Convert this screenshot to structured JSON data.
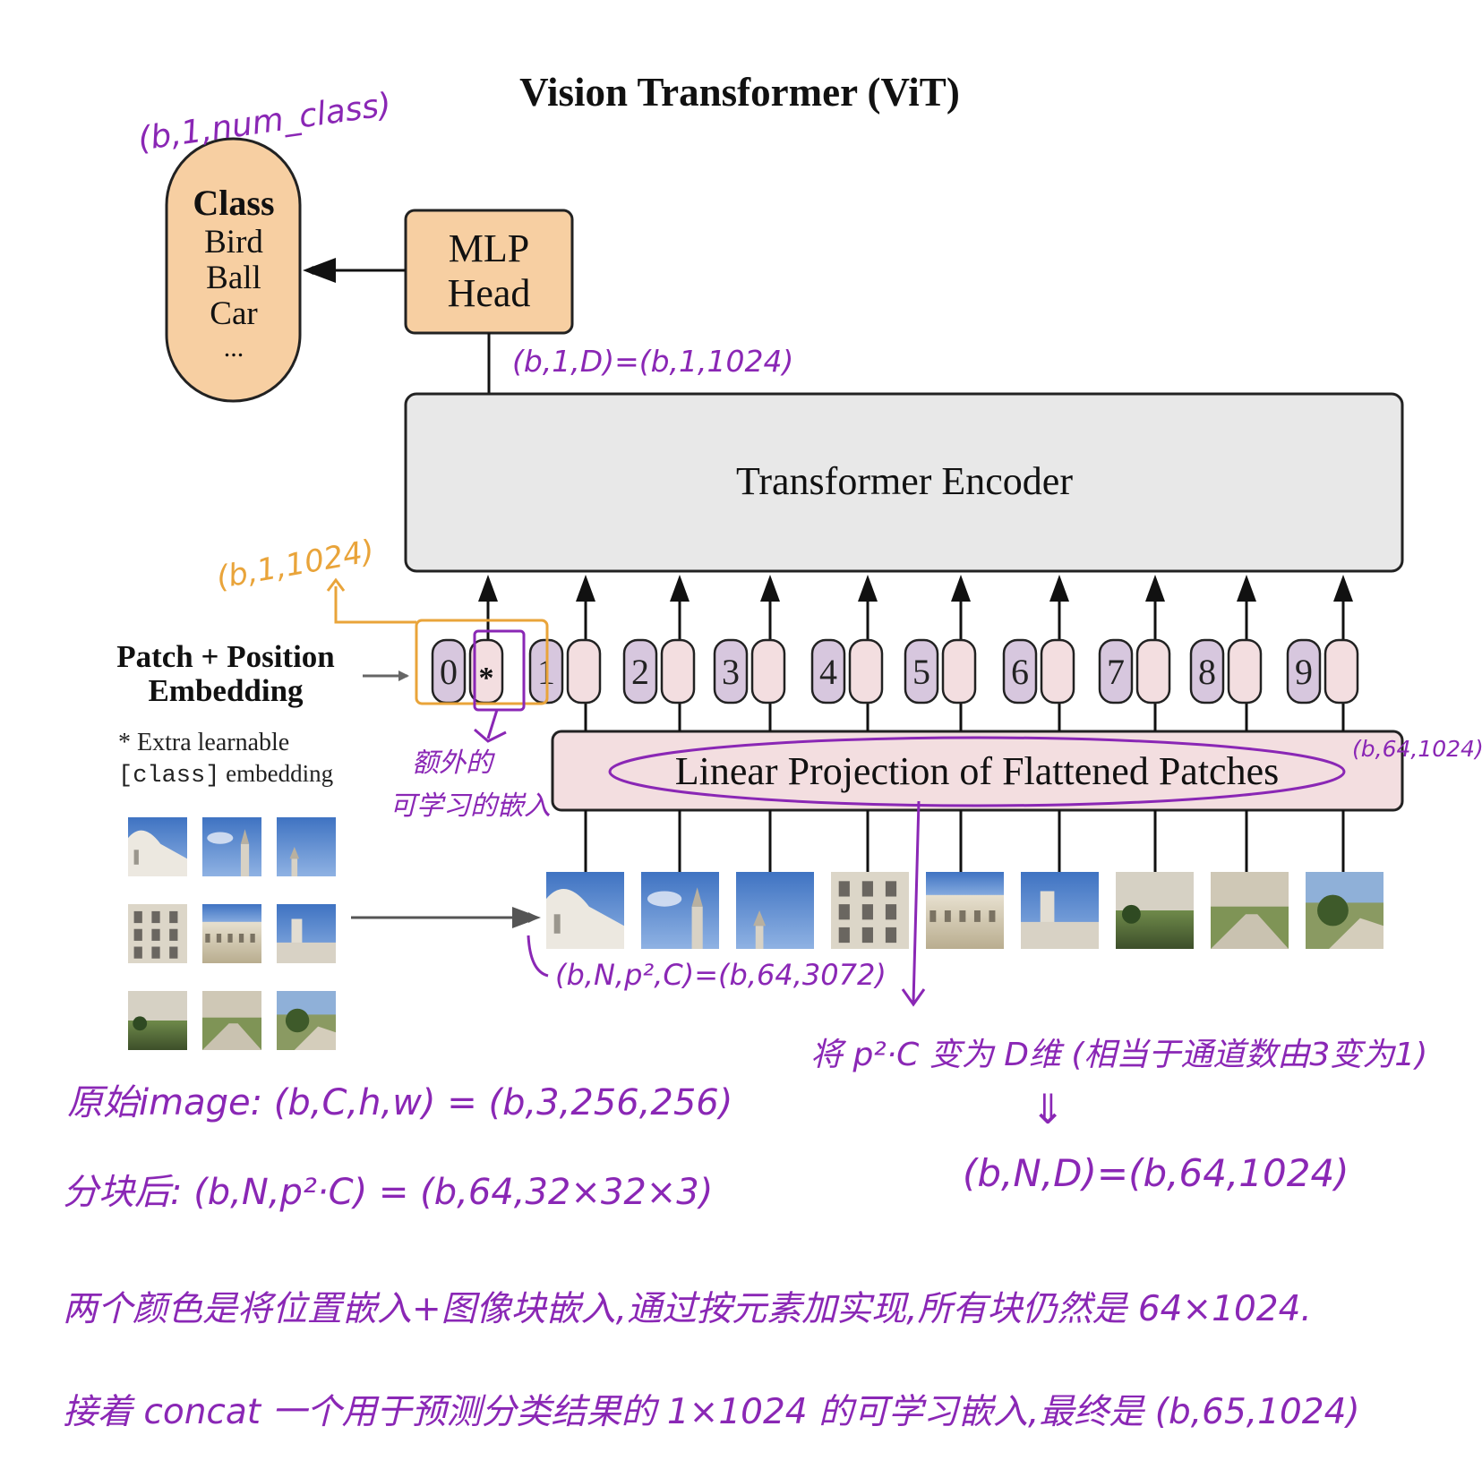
{
  "title": "Vision Transformer (ViT)",
  "class_box": {
    "heading": "Class",
    "items": [
      "Bird",
      "Ball",
      "Car",
      "..."
    ]
  },
  "mlp_head": {
    "line1": "MLP",
    "line2": "Head"
  },
  "encoder": {
    "label": "Transformer Encoder"
  },
  "projection": {
    "label": "Linear Projection of Flattened Patches"
  },
  "embedding_label": {
    "line1": "Patch + Position",
    "line2": "Embedding"
  },
  "extra_note": {
    "line1": "* Extra learnable",
    "line2_code": "[class]",
    "line2_rest": " embedding"
  },
  "tokens": [
    "0",
    "1",
    "2",
    "3",
    "4",
    "5",
    "6",
    "7",
    "8",
    "9"
  ],
  "token_star": "*",
  "annotations": {
    "num_class": "(b,1,num_class)",
    "head_in": "(b,1,D)=(b,1,1024)",
    "cls_token": "(b,1,1024)",
    "cls_note_1": "额外的",
    "cls_note_2": "可学习的嵌入",
    "proj_out": "(b,64,1024)",
    "patches_shape": "(b,N,p²,C)=(b,64,3072)",
    "proj_note": "将 p²·C 变为 D维 (相当于通道数由3变为1)",
    "proj_arrow": "⇓",
    "bnd": "(b,N,D)=(b,64,1024)",
    "orig_image": "原始image: (b,C,h,w) = (b,3,256,256)",
    "after_split": "分块后: (b,N,p²·C) = (b,64,32×32×3)",
    "para1": "两个颜色是将位置嵌入+图像块嵌入,通过按元素加实现,所有块仍然是 64×1024.",
    "para2": "接着 concat 一个用于预测分类结果的 1×1024 的可学习嵌入,最终是 (b,65,1024)"
  },
  "colors": {
    "orange": "#f7cfa2",
    "gray": "#e8e8e8",
    "pink": "#f3dee0",
    "purple_token": "#d7c7de",
    "annotation_purple": "#8a27b5",
    "annotation_orange": "#e9a43a",
    "sky": "#4a7fc8"
  }
}
